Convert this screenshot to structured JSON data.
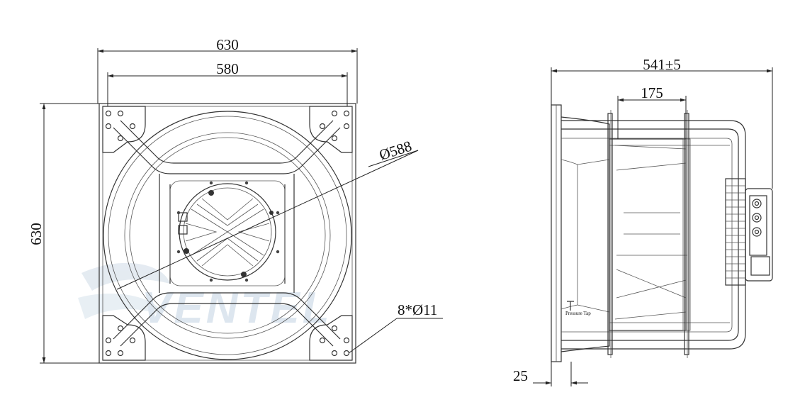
{
  "front_view": {
    "overall_width": "630",
    "hole_spacing": "580",
    "overall_height": "630",
    "inlet_diameter": "Ø588",
    "mounting_holes": "8*Ø11"
  },
  "side_view": {
    "overall_depth": "541±5",
    "motor_offset": "175",
    "flange_thickness": "25",
    "pressure_tap_label": "Pressure Tap"
  },
  "watermark": "VENTEL",
  "colors": {
    "line": "#333333",
    "text": "#111111",
    "watermark": "#c8d6e4"
  }
}
